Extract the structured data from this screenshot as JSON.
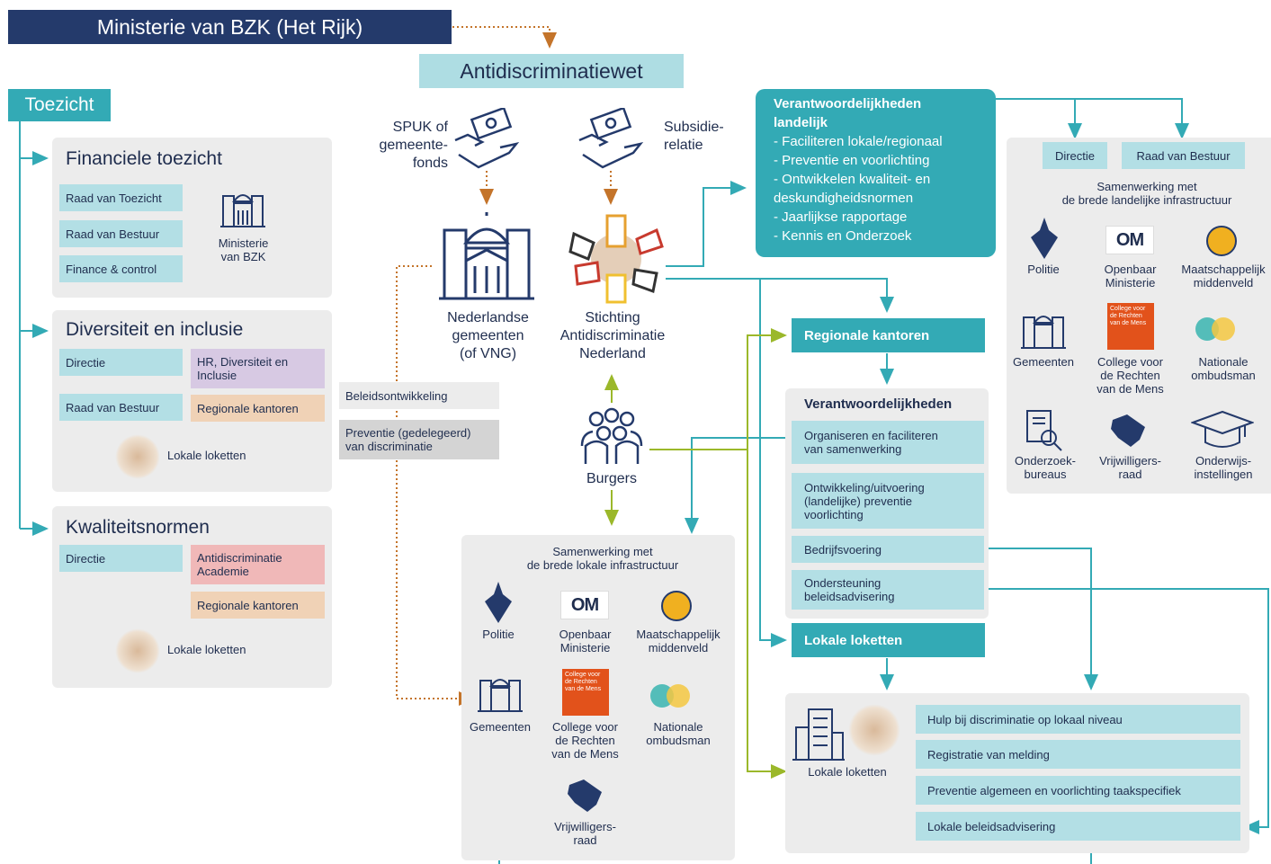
{
  "header": {
    "ministry": "Ministerie van BZK (Het Rijk)",
    "law": "Antidiscriminatiewet"
  },
  "funding": {
    "left": "SPUK of\ngemeente-\nfonds",
    "right": "Subsidie-\nrelatie"
  },
  "center": {
    "municipalities": "Nederlandse\ngemeenten\n(of VNG)",
    "foundation": "Stichting\nAntidiscriminatie\nNederland",
    "citizens": "Burgers",
    "policy_dev": "Beleidsontwikkeling",
    "prevention": "Preventie (gedelegeerd)\nvan discriminatie"
  },
  "toezicht": {
    "title": "Toezicht",
    "financieel": {
      "title": "Financiele toezicht",
      "items": [
        "Raad van Toezicht",
        "Raad van Bestuur",
        "Finance & control"
      ],
      "ministry": "Ministerie\nvan BZK"
    },
    "diversiteit": {
      "title": "Diversiteit en inclusie",
      "directie": "Directie",
      "hr": "HR, Diversiteit en\nInclusie",
      "rvb": "Raad van Bestuur",
      "regional": "Regionale kantoren",
      "local": "Lokale loketten"
    },
    "kwaliteit": {
      "title": "Kwaliteitsnormen",
      "directie": "Directie",
      "academy": "Antidiscriminatie\nAcademie",
      "regional": "Regionale kantoren",
      "local": "Lokale loketten"
    }
  },
  "national": {
    "title": "Verantwoordelijkheden\nlandelijk",
    "items": [
      "- Faciliteren lokale/regionaal",
      "- Preventie en voorlichting",
      "- Ontwikkelen kwaliteit- en\ndeskundigheidsnormen",
      "- Jaarlijkse rapportage",
      "- Kennis en Onderzoek"
    ]
  },
  "national_panel": {
    "directie": "Directie",
    "rvb": "Raad van Bestuur",
    "caption": "Samenwerking met\nde brede landelijke infrastructuur",
    "partners": [
      "Politie",
      "Openbaar\nMinisterie",
      "Maatschappelijk\nmiddenveld",
      "Gemeenten",
      "College voor\nde Rechten\nvan de Mens",
      "Nationale\nombudsman",
      "Onderzoek-\nbureaus",
      "Vrijwilligers-\nraad",
      "Onderwijs-\ninstellingen"
    ]
  },
  "regional": {
    "title": "Regionale kantoren",
    "resp_title": "Verantwoordelijkheden",
    "items": [
      "Organiseren en faciliteren\nvan samenwerking",
      "Ontwikkeling/uitvoering\n(landelijke) preventie\nvoorlichting",
      "Bedrijfsvoering",
      "Ondersteuning\nbeleidsadvisering"
    ]
  },
  "local": {
    "title": "Lokale loketten",
    "panel_label": "Lokale loketten",
    "items": [
      "Hulp bij discriminatie op lokaal niveau",
      "Registratie van melding",
      "Preventie algemeen en voorlichting taakspecifiek",
      "Lokale beleidsadvisering"
    ]
  },
  "local_panel": {
    "caption": "Samenwerking met\nde brede lokale infrastructuur",
    "partners": [
      "Politie",
      "Openbaar\nMinisterie",
      "Maatschappelijk\nmiddenveld",
      "Gemeenten",
      "College voor\nde Rechten\nvan de Mens",
      "Nationale\nombudsman",
      "Vrijwilligers-\nraad"
    ]
  },
  "logos": {
    "om": "OM",
    "crm": "College voor\nde Rechten\nvan de Mens"
  },
  "colors": {
    "navy": "#243a6b",
    "teal": "#33aab5",
    "light_teal": "#b3dfe5",
    "panel": "#ececec",
    "lavender": "#d7c9e3",
    "tan": "#f0d2b6",
    "pink": "#f0b8b8",
    "orange_dotted": "#c4742a",
    "lime": "#9bb82a"
  }
}
